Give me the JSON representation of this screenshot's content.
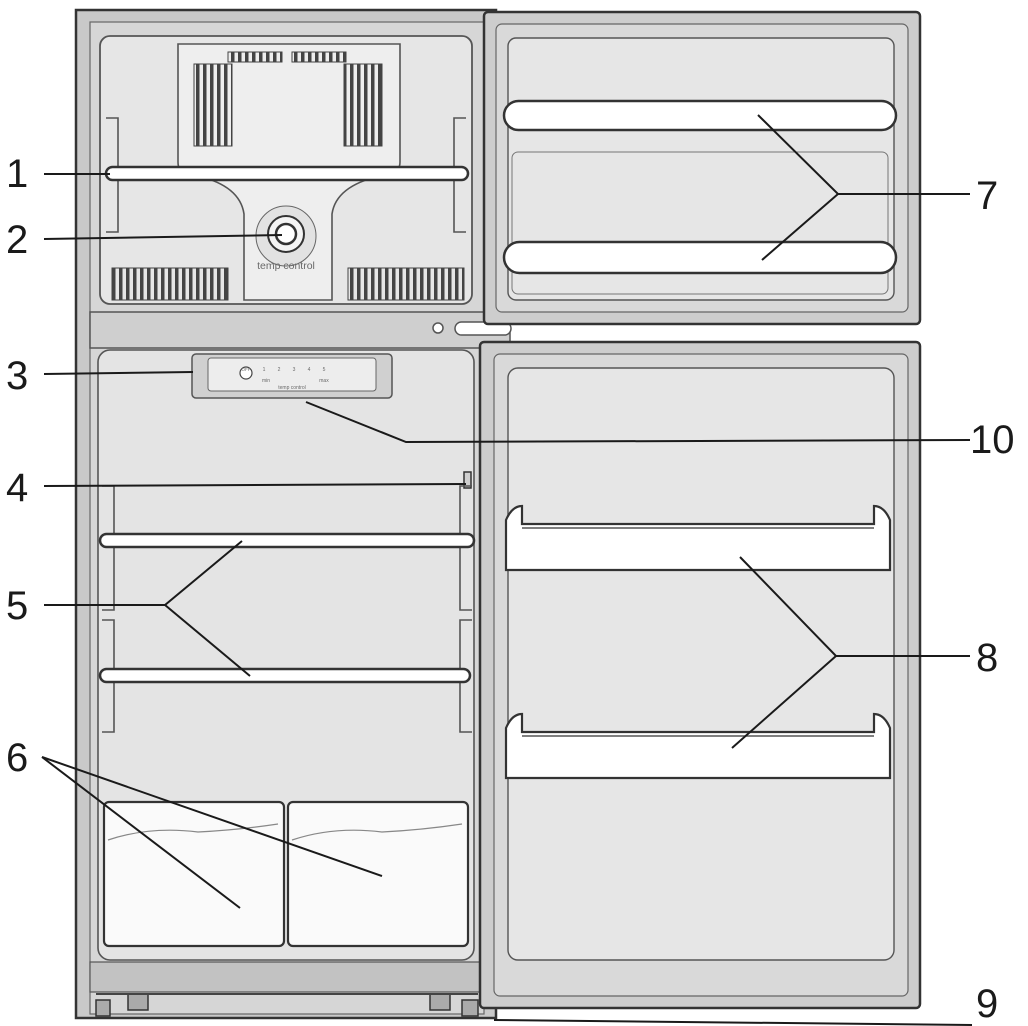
{
  "labels": {
    "temp_control_dial": "temp control",
    "temp_control_panel": "temp control",
    "panel_off": "OFF",
    "panel_min": "min",
    "panel_max": "max",
    "panel_steps": [
      "1",
      "2",
      "3",
      "4",
      "5"
    ]
  },
  "callouts": [
    "1",
    "2",
    "3",
    "4",
    "5",
    "6",
    "7",
    "8",
    "9",
    "10"
  ]
}
